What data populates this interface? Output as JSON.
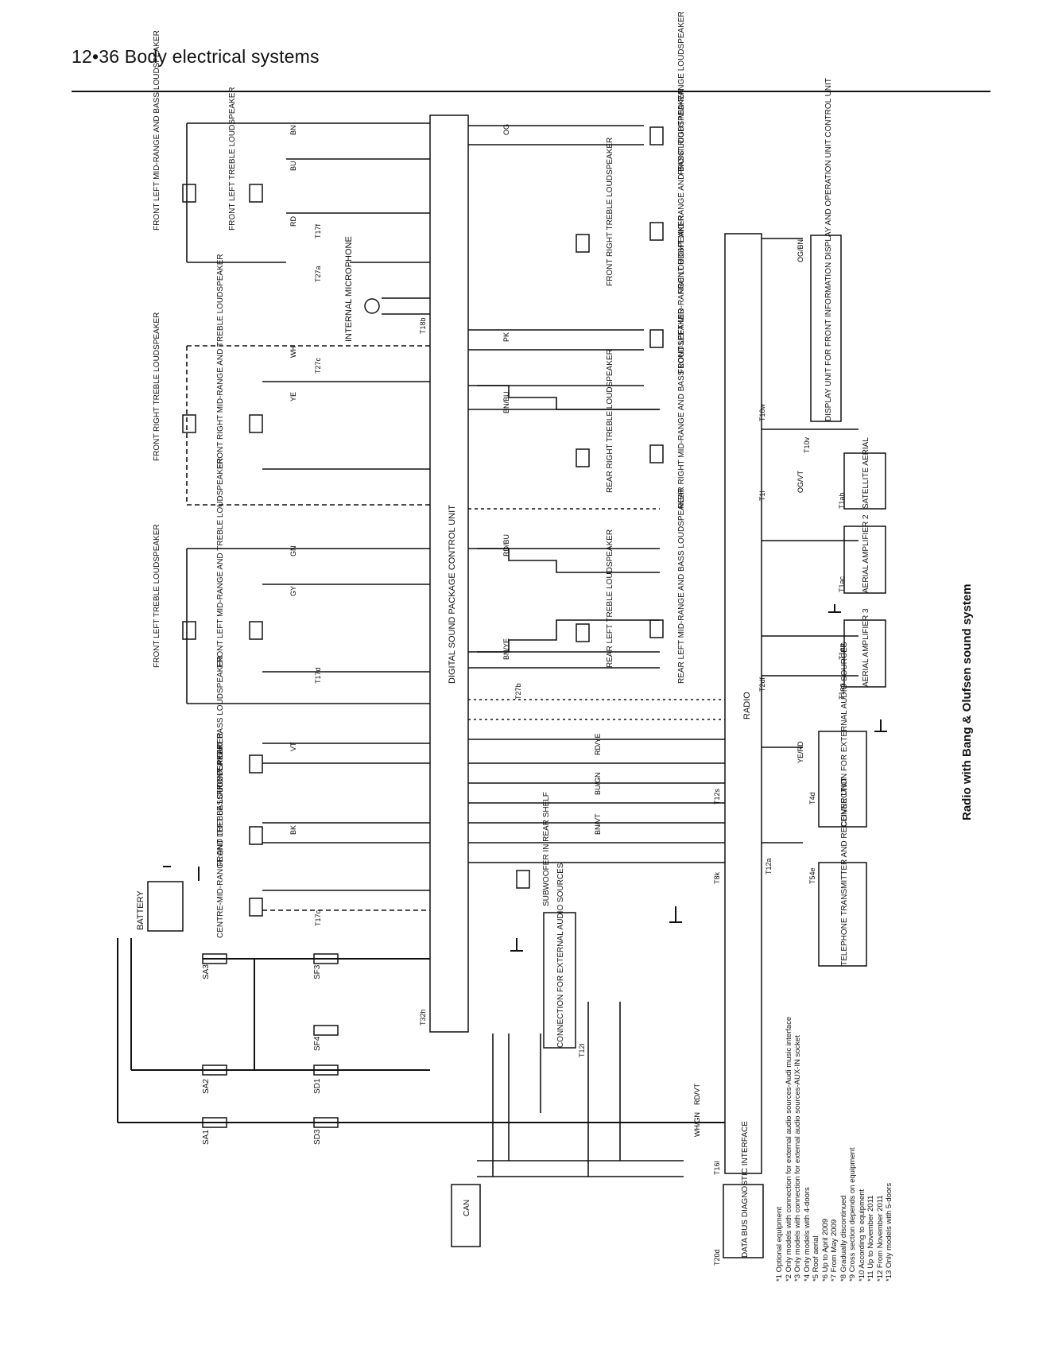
{
  "header": {
    "title": "12•36 Body electrical systems"
  },
  "caption": "Radio with Bang & Olufsen sound system",
  "units": {
    "control_unit": "DIGITAL SOUND PACKAGE CONTROL UNIT",
    "radio": "RADIO",
    "battery": "BATTERY",
    "microphone": "INTERNAL MICROPHONE",
    "display_unit": "DISPLAY UNIT FOR FRONT INFORMATION DISPLAY AND OPERATION UNIT CONTROL UNIT",
    "telephone": "TELEPHONE TRANSMITTER AND RECEIVER UNIT",
    "ext_audio_1": "CONNECTION FOR EXTERNAL AUDIO SOURCES",
    "ext_audio_2": "CONNECTION FOR EXTERNAL AUDIO SOURCES",
    "subwoofer": "SUBWOOFER IN REAR SHELF",
    "diag": "DATA BUS DIAGNOSTIC INTERFACE",
    "can": "CAN",
    "satellite": "SATELLITE AERIAL",
    "amp2": "AERIAL AMPLIFIER 2",
    "amp3": "AERIAL AMPLIFIER 3"
  },
  "speakers": [
    "FRONT LEFT MID-RANGE AND BASS LOUDSPEAKER",
    "FRONT LEFT TREBLE LOUDSPEAKER",
    "FRONT RIGHT TREBLE LOUDSPEAKER",
    "FRONT RIGHT MID-RANGE AND TREBLE LOUDSPEAKER",
    "FRONT LEFT TREBLE LOUDSPEAKER",
    "FRONT LEFT MID-RANGE AND TREBLE LOUDSPEAKER",
    "FRONT RIGHT BASS LOUDSPEAKER",
    "FRONT LEFT BASS LOUDSPEAKER",
    "CENTRE-MID-RANGE AND TREBLE LOUDSPEAKER",
    "FRONT RIGHT MID-RANGE LOUDSPEAKER",
    "FRONT RIGHT TREBLE LOUDSPEAKER",
    "FRONT RIGHT MID-RANGE AND BASS LOUDSPEAKER",
    "FRONT LEFT MID-RANGE LOUDSPEAKER",
    "REAR RIGHT TREBLE LOUDSPEAKER",
    "REAR RIGHT MID-RANGE AND BASS LOUDSPEAKER",
    "REAR LEFT TREBLE LOUDSPEAKER",
    "REAR LEFT MID-RANGE AND BASS LOUDSPEAKER"
  ],
  "fuses": [
    "SA1",
    "SA2",
    "SA3",
    "SD1",
    "SD3",
    "SF3",
    "SF4"
  ],
  "connectors": [
    "T27a",
    "T17f",
    "T27c",
    "T17d",
    "T27b",
    "T17c",
    "T32h",
    "T18b",
    "T8k",
    "T12s",
    "T16l",
    "T20d",
    "T12a",
    "T54e",
    "T4d",
    "T12l",
    "T1ap",
    "T1ao",
    "T1ac",
    "T1ah",
    "T10w",
    "T10v",
    "T2df",
    "T1l"
  ],
  "wire_colors": [
    "BN",
    "BU",
    "RD",
    "WH",
    "YE",
    "GN",
    "GY",
    "VT",
    "BK",
    "OG",
    "PK",
    "BN/BU",
    "RD/BU",
    "BN/YE",
    "RD/YE",
    "BU/GN",
    "BN/VT",
    "RD/VT",
    "WH/GN",
    "OG/BN",
    "OG/VT",
    "YE/RD"
  ],
  "footnotes": [
    "*1 Optional equipment",
    "*2 Only models with connection for external audio sources-Audi music interface",
    "*3 Only models with connection for external audio sources-AUX-IN socket",
    "*4 Only models with 4-doors",
    "*5 Roof aerial",
    "*6 Up to April 2009",
    "*7 From May 2009",
    "*8 Gradually discontinued",
    "*9 Cross section depends on equipment",
    "*10 According to equipment",
    "*11 Up to November 2011",
    "*12 From November 2011",
    "*13 Only models with 5-doors"
  ]
}
